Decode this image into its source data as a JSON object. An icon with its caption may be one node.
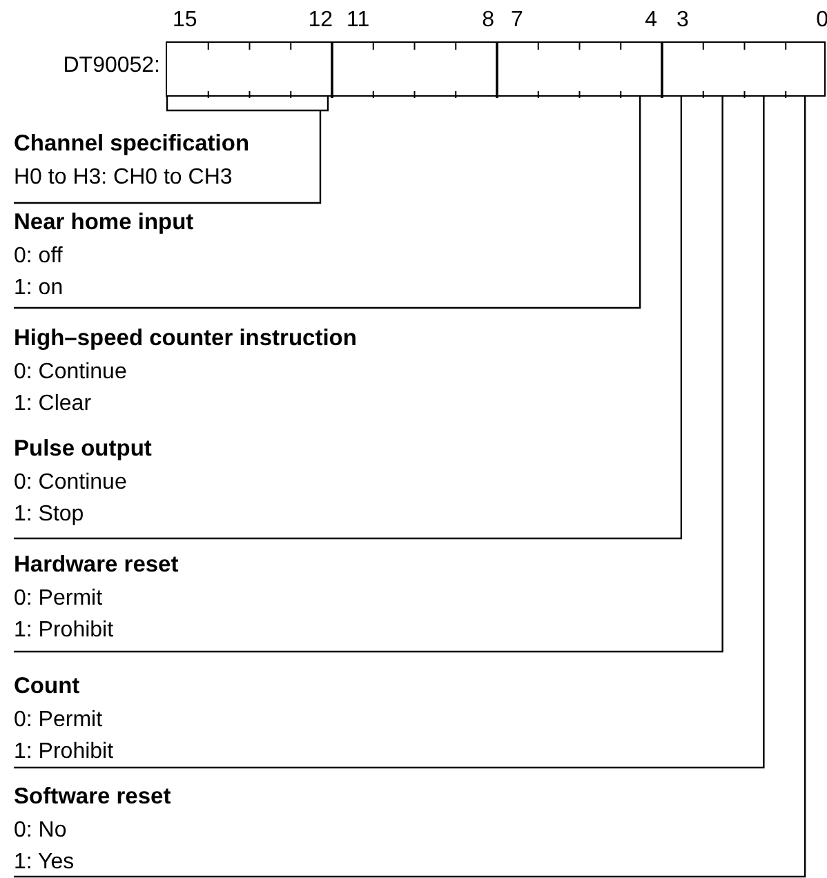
{
  "diagram": {
    "nodes": [
      {
        "text": [],
        "shape": "bar",
        "beside": [
          "DT90052:"
        ]
      },
      {
        "text": [
          "Channel specification",
          "H0 to H3: CH0 to CH3"
        ]
      },
      {
        "text": [
          "Near home input",
          "0: off",
          "1: on"
        ]
      },
      {
        "text": [
          "High–speed counter instruction",
          "0: Continue",
          "1: Clear"
        ]
      },
      {
        "text": [
          "Pulse output",
          "0: Continue",
          "1: Stop"
        ]
      },
      {
        "text": [
          "Hardware reset",
          "0: Permit",
          "1: Prohibit"
        ]
      },
      {
        "text": [
          "Count",
          "0: Permit",
          "1: Prohibit"
        ]
      },
      {
        "text": [
          "Software reset",
          "0: No",
          "1: Yes"
        ]
      }
    ],
    "edges": [
      {
        "from": 1,
        "to": 0,
        "arrow": "none"
      },
      {
        "from": 2,
        "to": 0,
        "arrow": "none"
      },
      {
        "from": 4,
        "to": 0,
        "arrow": "none"
      },
      {
        "from": 5,
        "to": 0,
        "arrow": "none"
      },
      {
        "from": 6,
        "to": 0,
        "arrow": "none"
      },
      {
        "from": 7,
        "to": 0,
        "arrow": "none"
      }
    ],
    "labels": [
      "15",
      "12",
      "11",
      "8",
      "7",
      "4",
      "3",
      "0"
    ]
  }
}
